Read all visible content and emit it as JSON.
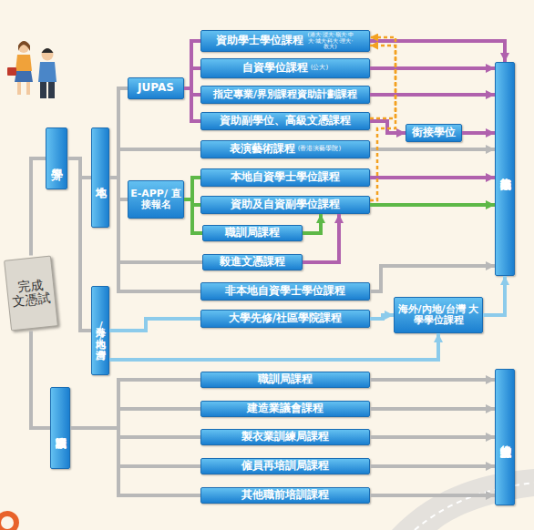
{
  "diagram": {
    "nodes": [
      {
        "text": [
          "完成 文憑試"
        ]
      },
      {
        "text": [
          "升學"
        ]
      },
      {
        "text": [
          "本地"
        ]
      },
      {
        "text": [
          "JUPAS"
        ]
      },
      {
        "text": [
          "資助學士學位課程",
          "(港大‧浸大‧嶺大‧中大‧城大‧科大‧理大‧教大)"
        ]
      },
      {
        "text": [
          "自資學位課程",
          "(公大)"
        ]
      },
      {
        "text": [
          "指定專業/界別課程資助計劃課程"
        ]
      },
      {
        "text": [
          "資助副學位、高級文憑課程"
        ]
      },
      {
        "text": [
          "銜接學位"
        ]
      },
      {
        "text": [
          "學位或專業資格"
        ]
      },
      {
        "text": [
          "表演藝術課程",
          "(香港演藝學院)"
        ]
      },
      {
        "text": [
          "E-APP/ 直接報名"
        ]
      },
      {
        "text": [
          "本地自資學士學位課程"
        ]
      },
      {
        "text": [
          "資助及自資副學位課程"
        ]
      },
      {
        "text": [
          "職訓局課程"
        ]
      },
      {
        "text": [
          "毅進文憑課程"
        ]
      },
      {
        "text": [
          "海外/內地/台灣"
        ]
      },
      {
        "text": [
          "非本地自資學士學位課程"
        ]
      },
      {
        "text": [
          "大學先修/社區學院課程"
        ]
      },
      {
        "text": [
          "海外/內地/台灣 大學學位課程"
        ]
      },
      {
        "text": [
          "職業培訓"
        ]
      },
      {
        "text": [
          "職訓局課程"
        ]
      },
      {
        "text": [
          "建造業議會課程"
        ]
      },
      {
        "text": [
          "製衣業訓練局課程"
        ]
      },
      {
        "text": [
          "僱員再培訓局課程"
        ]
      },
      {
        "text": [
          "其他職前培訓課程"
        ]
      },
      {
        "text": [
          "持續進修或投身社會"
        ]
      }
    ],
    "edges": [
      {
        "from": 0,
        "to": 1,
        "arrow": "none"
      },
      {
        "from": 0,
        "to": 20,
        "arrow": "none"
      },
      {
        "from": 1,
        "to": 2,
        "arrow": "none"
      },
      {
        "from": 1,
        "to": 16,
        "arrow": "none"
      },
      {
        "from": 2,
        "to": 3,
        "arrow": "none"
      },
      {
        "from": 2,
        "to": 10,
        "arrow": "none"
      },
      {
        "from": 2,
        "to": 11,
        "arrow": "none"
      },
      {
        "from": 2,
        "to": 15,
        "arrow": "none"
      },
      {
        "from": 2,
        "to": 17,
        "arrow": "none"
      },
      {
        "from": 3,
        "to": 4,
        "arrow": "none"
      },
      {
        "from": 3,
        "to": 5,
        "arrow": "none"
      },
      {
        "from": 3,
        "to": 6,
        "arrow": "none"
      },
      {
        "from": 3,
        "to": 7,
        "arrow": "none"
      },
      {
        "from": 11,
        "to": 12,
        "arrow": "none"
      },
      {
        "from": 11,
        "to": 13,
        "arrow": "none"
      },
      {
        "from": 11,
        "to": 14,
        "arrow": "none"
      },
      {
        "from": 16,
        "to": 18,
        "arrow": "none"
      },
      {
        "from": 16,
        "to": 19,
        "arrow": "to"
      },
      {
        "from": 18,
        "to": 19,
        "arrow": "to"
      },
      {
        "from": 4,
        "to": 9,
        "arrow": "to"
      },
      {
        "from": 5,
        "to": 9,
        "arrow": "to"
      },
      {
        "from": 6,
        "to": 9,
        "arrow": "to"
      },
      {
        "from": 7,
        "to": 8,
        "arrow": "to"
      },
      {
        "from": 8,
        "to": 9,
        "arrow": "to"
      },
      {
        "from": 10,
        "to": 9,
        "arrow": "to"
      },
      {
        "from": 12,
        "to": 9,
        "arrow": "to"
      },
      {
        "from": 13,
        "to": 9,
        "arrow": "to"
      },
      {
        "from": 15,
        "to": 13,
        "arrow": "to"
      },
      {
        "from": 14,
        "to": 13,
        "arrow": "to"
      },
      {
        "from": 17,
        "to": 9,
        "arrow": "to"
      },
      {
        "from": 19,
        "to": 9,
        "arrow": "to"
      },
      {
        "from": 7,
        "to": 4,
        "arrow": "to"
      },
      {
        "from": 13,
        "to": 4,
        "arrow": "to"
      },
      {
        "from": 20,
        "to": 21,
        "arrow": "none"
      },
      {
        "from": 20,
        "to": 22,
        "arrow": "none"
      },
      {
        "from": 20,
        "to": 23,
        "arrow": "none"
      },
      {
        "from": 20,
        "to": 24,
        "arrow": "none"
      },
      {
        "from": 20,
        "to": 25,
        "arrow": "none"
      },
      {
        "from": 21,
        "to": 26,
        "arrow": "to"
      },
      {
        "from": 22,
        "to": 26,
        "arrow": "to"
      },
      {
        "from": 23,
        "to": 26,
        "arrow": "to"
      },
      {
        "from": 24,
        "to": 26,
        "arrow": "to"
      },
      {
        "from": 25,
        "to": 26,
        "arrow": "to"
      }
    ]
  }
}
